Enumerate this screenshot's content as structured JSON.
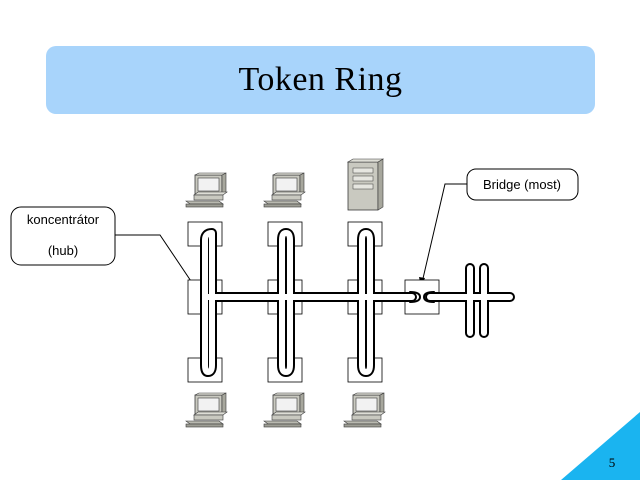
{
  "title": "Token Ring",
  "callouts": {
    "hub_line1": "koncentrátor",
    "hub_line2": "(hub)",
    "bridge": "Bridge (most)"
  },
  "page_number": "5",
  "colors": {
    "title_bg": "#a8d4fb",
    "corner_accent": "#1ab4f0",
    "computer_body": "#c9c9c0",
    "computer_screen": "#f2f2f2"
  },
  "icons": [
    "desktop-computer-icon",
    "server-tower-icon"
  ]
}
